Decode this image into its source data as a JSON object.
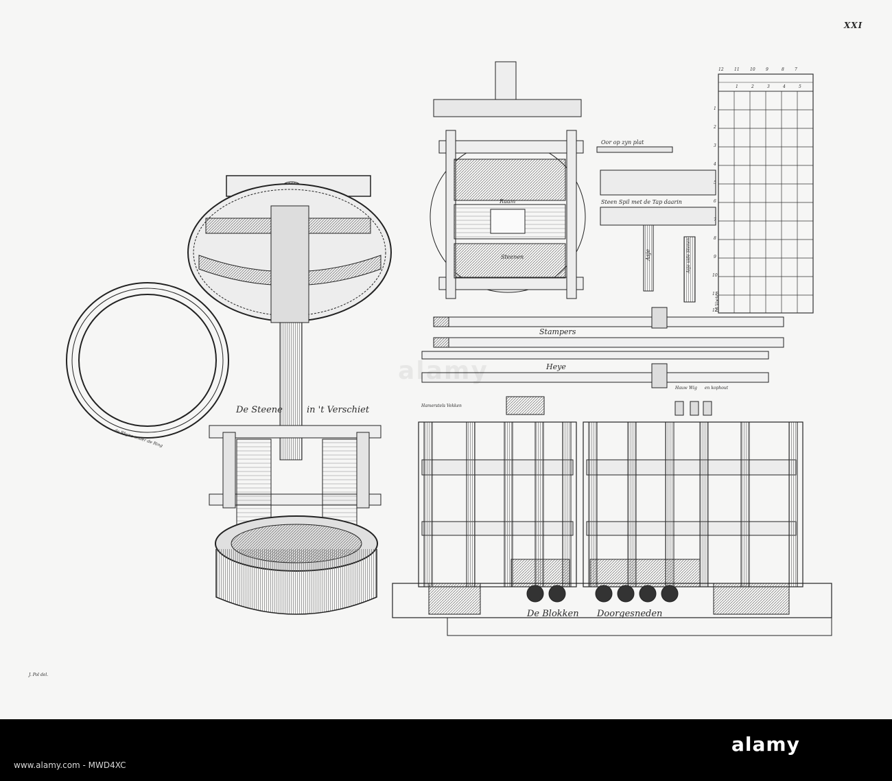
{
  "plate": {
    "number": "XXI",
    "labels": {
      "de_steene": "De Steene",
      "in_t_verschiet": "in 't Verschiet",
      "ring_caption": "de Rhyne onder de Ring",
      "raam": "Raam",
      "steenen": "Steenen",
      "oor": "Oor op zyn plat",
      "steen_spil": "Steen Spil met de Tap daarin",
      "asje": "Asje",
      "asje_stenen": "Asje uide Stenen",
      "stampers": "Stampers",
      "heye": "Heye",
      "hamer_vekken": "Hamerstels Vekken",
      "hauw": "Hauw",
      "wig": "Wig",
      "kophout": "en kophout",
      "de_blokken": "De Blokken",
      "doorgesneden": "Doorgesneden",
      "artist": "J. Pol del."
    },
    "scale": {
      "top_numbers": [
        "12",
        "11",
        "10",
        "9",
        "8",
        "7"
      ],
      "inner_numbers": [
        "1",
        "2",
        "3",
        "4",
        "5"
      ],
      "side_numbers": [
        "1",
        "2",
        "3",
        "4",
        "5",
        "6",
        "7",
        "8",
        "9",
        "10",
        "11",
        "12"
      ],
      "unit_label": "10 Voeten"
    }
  },
  "watermark": "alamy",
  "footer": {
    "logo": "alamy",
    "image_id": "www.alamy.com - MWD4XC"
  }
}
